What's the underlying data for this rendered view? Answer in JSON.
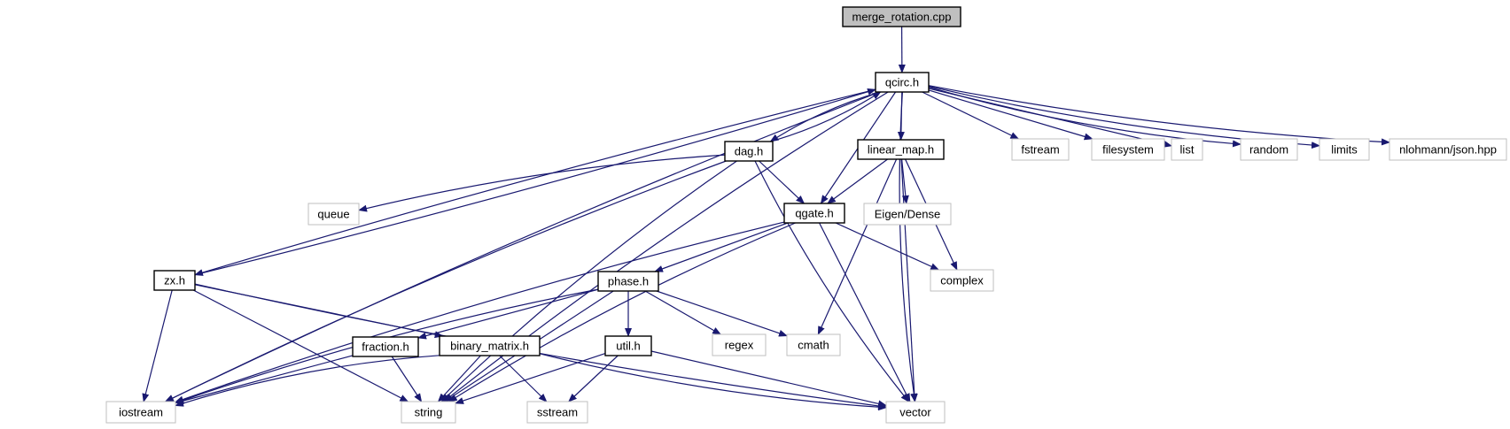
{
  "colors": {
    "edge": "#191970",
    "project_border": "#000000",
    "system_border": "#bfbfbf",
    "root_fill": "#bfbfbf",
    "text": "#000000"
  },
  "nodes": {
    "merge_rotation_cpp": "merge_rotation.cpp",
    "qcirc_h": "qcirc.h",
    "dag_h": "dag.h",
    "linear_map_h": "linear_map.h",
    "fstream": "fstream",
    "filesystem": "filesystem",
    "list": "list",
    "random": "random",
    "limits": "limits",
    "nlohmann_json_hpp": "nlohmann/json.hpp",
    "queue": "queue",
    "qgate_h": "qgate.h",
    "eigen_dense": "Eigen/Dense",
    "zx_h": "zx.h",
    "phase_h": "phase.h",
    "complex": "complex",
    "fraction_h": "fraction.h",
    "binary_matrix_h": "binary_matrix.h",
    "util_h": "util.h",
    "regex": "regex",
    "cmath": "cmath",
    "iostream": "iostream",
    "string": "string",
    "sstream": "sstream",
    "vector": "vector"
  },
  "edges": [
    [
      "merge_rotation_cpp",
      "qcirc_h"
    ],
    [
      "qcirc_h",
      "dag_h"
    ],
    [
      "qcirc_h",
      "linear_map_h"
    ],
    [
      "qcirc_h",
      "fstream"
    ],
    [
      "qcirc_h",
      "filesystem"
    ],
    [
      "qcirc_h",
      "list"
    ],
    [
      "qcirc_h",
      "random"
    ],
    [
      "qcirc_h",
      "limits"
    ],
    [
      "qcirc_h",
      "nlohmann_json_hpp"
    ],
    [
      "qcirc_h",
      "qgate_h"
    ],
    [
      "qcirc_h",
      "zx_h"
    ],
    [
      "qcirc_h",
      "iostream"
    ],
    [
      "qcirc_h",
      "string"
    ],
    [
      "qcirc_h",
      "vector"
    ],
    [
      "dag_h",
      "qcirc_h"
    ],
    [
      "dag_h",
      "queue"
    ],
    [
      "dag_h",
      "qgate_h"
    ],
    [
      "dag_h",
      "iostream"
    ],
    [
      "dag_h",
      "string"
    ],
    [
      "dag_h",
      "vector"
    ],
    [
      "linear_map_h",
      "qgate_h"
    ],
    [
      "linear_map_h",
      "eigen_dense"
    ],
    [
      "linear_map_h",
      "complex"
    ],
    [
      "linear_map_h",
      "cmath"
    ],
    [
      "linear_map_h",
      "vector"
    ],
    [
      "qgate_h",
      "phase_h"
    ],
    [
      "qgate_h",
      "complex"
    ],
    [
      "qgate_h",
      "iostream"
    ],
    [
      "qgate_h",
      "string"
    ],
    [
      "qgate_h",
      "vector"
    ],
    [
      "zx_h",
      "qcirc_h"
    ],
    [
      "zx_h",
      "binary_matrix_h"
    ],
    [
      "zx_h",
      "iostream"
    ],
    [
      "zx_h",
      "string"
    ],
    [
      "zx_h",
      "vector"
    ],
    [
      "phase_h",
      "fraction_h"
    ],
    [
      "phase_h",
      "util_h"
    ],
    [
      "phase_h",
      "regex"
    ],
    [
      "phase_h",
      "cmath"
    ],
    [
      "phase_h",
      "iostream"
    ],
    [
      "phase_h",
      "string"
    ],
    [
      "fraction_h",
      "iostream"
    ],
    [
      "fraction_h",
      "string"
    ],
    [
      "binary_matrix_h",
      "iostream"
    ],
    [
      "binary_matrix_h",
      "string"
    ],
    [
      "binary_matrix_h",
      "sstream"
    ],
    [
      "binary_matrix_h",
      "vector"
    ],
    [
      "util_h",
      "string"
    ],
    [
      "util_h",
      "sstream"
    ],
    [
      "util_h",
      "vector"
    ]
  ]
}
